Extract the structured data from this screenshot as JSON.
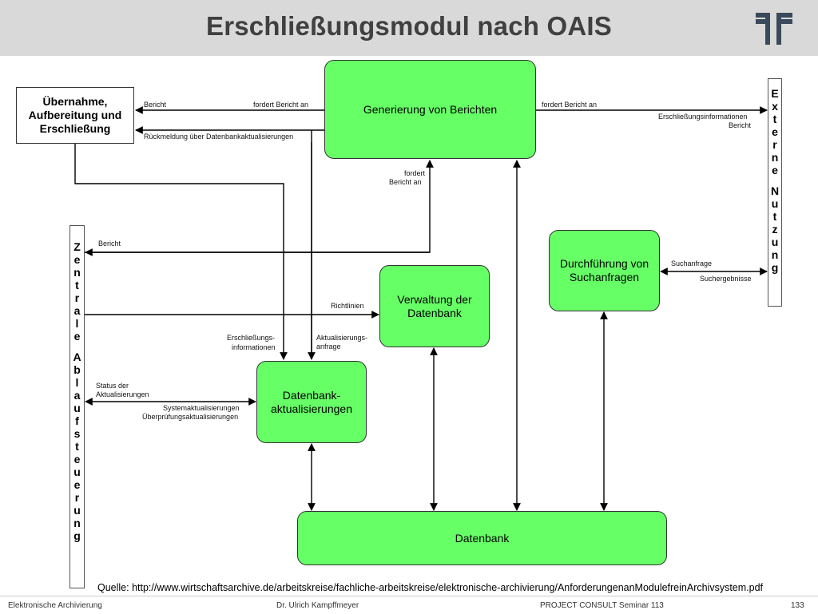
{
  "header": {
    "title": "Erschließungsmodul nach OAIS"
  },
  "boxes": {
    "uebernahme": "Übernahme, Aufbereitung und Erschließung",
    "generierung": "Generierung von Berichten",
    "verwaltung": "Verwaltung der Datenbank",
    "durchfuehrung": "Durchführung von Suchanfragen",
    "aktualisierungen": "Datenbank-aktualisierungen",
    "datenbank": "Datenbank"
  },
  "side_labels": {
    "externe_nutzung": [
      "E",
      "x",
      "t",
      "e",
      "r",
      "n",
      "e",
      "",
      "N",
      "u",
      "t",
      "z",
      "u",
      "n",
      "g"
    ],
    "zentrale_ablaufsteuerung": [
      "Z",
      "e",
      "n",
      "t",
      "r",
      "a",
      "l",
      "e",
      "",
      "A",
      "b",
      "l",
      "a",
      "u",
      "f",
      "s",
      "t",
      "e",
      "u",
      "e",
      "r",
      "u",
      "n",
      "g"
    ]
  },
  "flow_labels": {
    "bericht_top": "Bericht",
    "fordert_bericht_an_left": "fordert Bericht an",
    "fordert_bericht_an_right": "fordert Bericht an",
    "rueckmeldung": "Rückmeldung über Datenbankaktualisierungen",
    "erschliessungsinfo_bericht_1": "Erschließungsinformationen",
    "erschliessungsinfo_bericht_2": "Bericht",
    "fordert_1": "fordert",
    "fordert_2": "Bericht an",
    "bericht_mid": "Bericht",
    "richtlinien": "Richtlinien",
    "suchanfrage": "Suchanfrage",
    "suchergebnisse": "Suchergebnisse",
    "erschl_info_1": "Erschließungs-",
    "erschl_info_2": "informationen",
    "akt_anfrage_1": "Aktualisierungs-",
    "akt_anfrage_2": "anfrage",
    "status_1": "Status der",
    "status_2": "Aktualisierungen",
    "systemakt": "Systemaktualisierungen",
    "ueberpruefung": "Überprüfungsaktualisierungen"
  },
  "source": "Quelle: http://www.wirtschaftsarchive.de/arbeitskreise/fachliche-arbeitskreise/elektronische-archivierung/AnforderungenanModulefreinArchivsystem.pdf",
  "footer": {
    "left": "Elektronische Archivierung",
    "center": "Dr. Ulrich Kampffmeyer",
    "right": "PROJECT CONSULT Seminar 113",
    "page": "133"
  }
}
